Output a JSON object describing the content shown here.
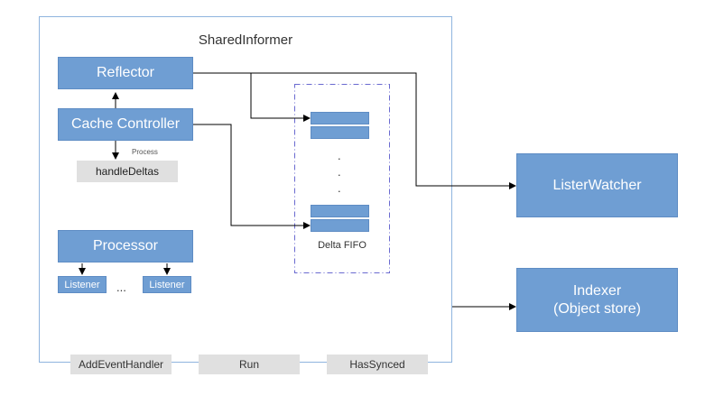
{
  "informer": {
    "title": "SharedInformer",
    "reflector": "Reflector",
    "cache_controller": "Cache Controller",
    "process_label": "Process",
    "handle_deltas": "handleDeltas",
    "processor": "Processor",
    "listeners": [
      "Listener",
      "Listener"
    ],
    "ellipsis": "...",
    "fifo_label": "Delta FIFO",
    "fifo_dots": [
      ".",
      ".",
      "."
    ],
    "api": [
      "AddEventHandler",
      "Run",
      "HasSynced"
    ]
  },
  "external": {
    "lister_watcher": "ListerWatcher",
    "indexer_line1": "Indexer",
    "indexer_line2": "(Object store)"
  },
  "colors": {
    "box_blue": "#6f9ed3",
    "box_gray": "#e0e0e0",
    "container_border": "#8fb4de",
    "fifo_border": "#6a6ad0"
  }
}
